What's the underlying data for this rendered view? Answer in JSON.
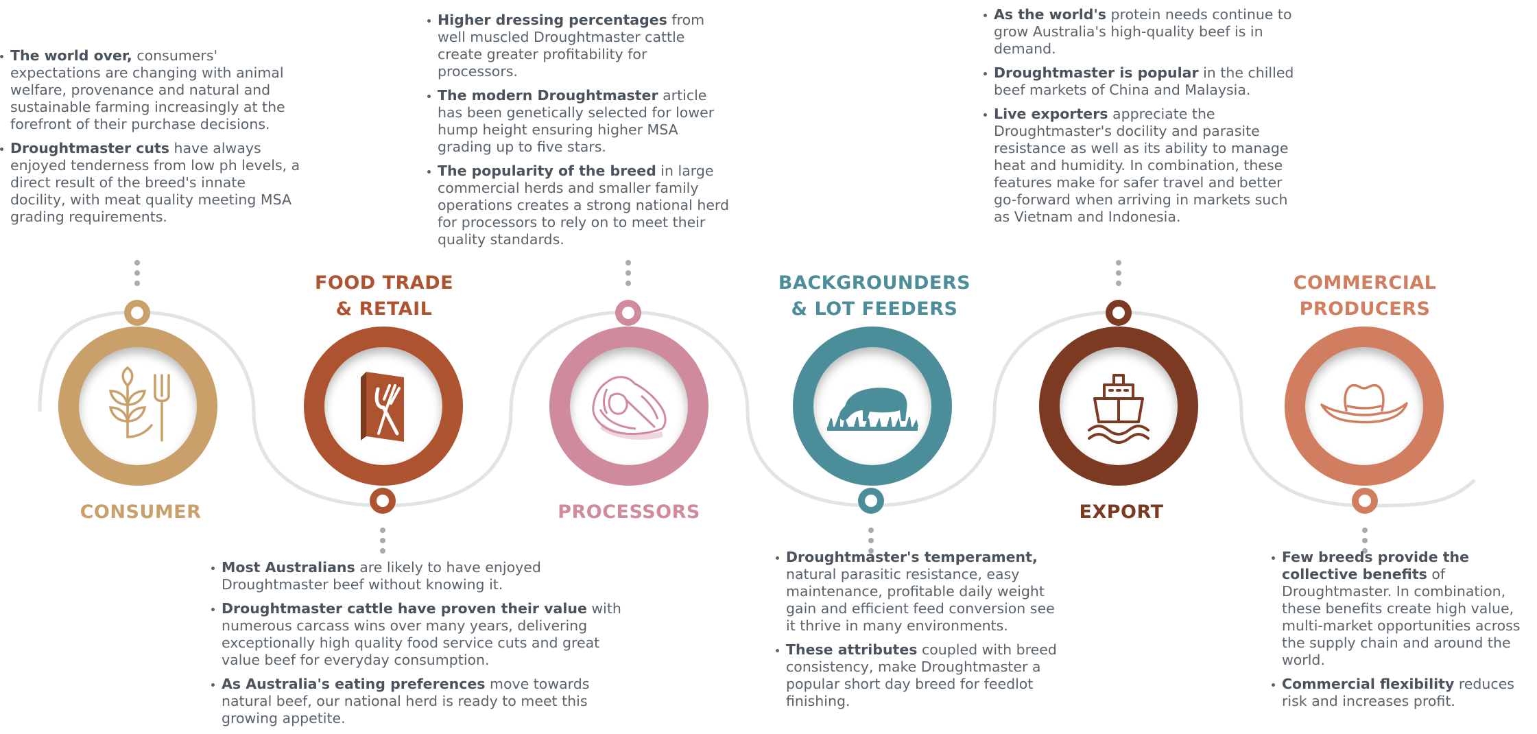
{
  "colors": {
    "consumer": "#c9a06a",
    "food_trade": "#ad5330",
    "processors": "#cf8a9b",
    "backgrounders": "#4c8d9a",
    "export": "#7c3a22",
    "commercial": "#d07e5f",
    "wave_line": "#dfe4e4",
    "dots": "#a9acae",
    "text": "#5a636b"
  },
  "stages": [
    {
      "id": "consumer",
      "label": "CONSUMER",
      "icon": "wheat-fork-icon",
      "bullets": [
        {
          "bold": "The world over,",
          "text": " consumers' expectations are changing with animal welfare, provenance and natural and sustainable farming increasingly at the forefront of their purchase decisions."
        },
        {
          "bold": "Droughtmaster cuts",
          "text": " have always enjoyed tenderness from low ph levels, a direct result of the breed's innate docility, with meat quality meeting MSA grading requirements."
        }
      ]
    },
    {
      "id": "food_trade",
      "label": "FOOD TRADE\n& RETAIL",
      "icon": "menu-cutlery-icon",
      "bullets": [
        {
          "bold": "Most Australians",
          "text": " are likely to have enjoyed Droughtmaster beef without knowing it."
        },
        {
          "bold": "Droughtmaster cattle have proven their value",
          "text": " with numerous carcass wins over many years, delivering exceptionally high quality food service cuts and great value beef for everyday consumption."
        },
        {
          "bold": "As Australia's eating preferences",
          "text": " move towards natural beef, our national herd is ready to meet this growing appetite."
        }
      ]
    },
    {
      "id": "processors",
      "label": "PROCESSORS",
      "icon": "t-bone-steak-icon",
      "bullets": [
        {
          "bold": "Higher dressing percentages",
          "text": " from well muscled Droughtmaster cattle create greater profitability for processors."
        },
        {
          "bold": "The modern Droughtmaster",
          "text": " article has been genetically selected for lower hump height ensuring higher MSA grading up to five stars."
        },
        {
          "bold": "The popularity of the breed",
          "text": " in large commercial herds and smaller family operations creates a strong national herd for processors to rely on to meet their quality standards."
        }
      ]
    },
    {
      "id": "backgrounders",
      "label": "BACKGROUNDERS\n& LOT FEEDERS",
      "icon": "grazing-cattle-icon",
      "bullets": [
        {
          "bold": "Droughtmaster's temperament,",
          "text": " natural parasitic resistance, easy maintenance, profitable daily weight gain and efficient feed conversion see it thrive in many environments."
        },
        {
          "bold": "These attributes",
          "text": " coupled with breed consistency, make Droughtmaster a popular short day breed for feedlot finishing."
        }
      ]
    },
    {
      "id": "export",
      "label": "EXPORT",
      "icon": "ship-icon",
      "bullets": [
        {
          "bold": "As the world's",
          "text": " protein needs continue to grow Australia's high-quality beef is in demand."
        },
        {
          "bold": "Droughtmaster is popular",
          "text": " in the chilled beef markets of China and Malaysia."
        },
        {
          "bold": "Live exporters",
          "text": " appreciate the Droughtmaster's docility and parasite resistance as well as its ability to manage heat and humidity. In combination, these features make for safer travel and better go-forward when arriving in markets such as Vietnam and Indonesia."
        }
      ]
    },
    {
      "id": "commercial",
      "label": "COMMERCIAL\nPRODUCERS",
      "icon": "cowboy-hat-icon",
      "bullets": [
        {
          "bold": "Few breeds provide the collective benefits",
          "text": " of Droughtmaster. In combination, these benefits create high value, multi-market opportunities across the supply chain and around the world."
        },
        {
          "bold": "Commercial flexibility",
          "text": " reduces risk and increases profit."
        }
      ]
    }
  ]
}
